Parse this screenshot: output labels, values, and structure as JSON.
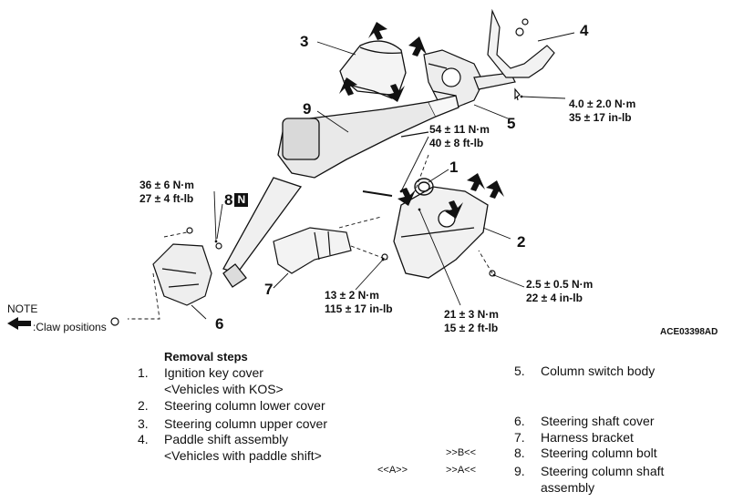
{
  "callouts": {
    "c1": "1",
    "c2": "2",
    "c3": "3",
    "c4": "4",
    "c5": "5",
    "c6": "6",
    "c7": "7",
    "c8": "8",
    "c8_badge": "N",
    "c9": "9"
  },
  "torques": {
    "t4": [
      "4.0 ± 2.0 N·m",
      "35 ± 17 in-lb"
    ],
    "t9": [
      "54 ± 11 N·m",
      "40 ± 8 ft-lb"
    ],
    "t8": [
      "36 ± 6 N·m",
      "27 ± 4 ft-lb"
    ],
    "t2": [
      "2.5 ± 0.5 N·m",
      "22 ± 4 in-lb"
    ],
    "t7": [
      "13 ± 2 N·m",
      "115 ± 17 in-lb"
    ],
    "t1": [
      "21 ± 3 N·m",
      "15 ± 2 ft-lb"
    ]
  },
  "note": {
    "title": "NOTE",
    "legend": ":Claw positions"
  },
  "figure_code": "ACE03398AD",
  "removal": {
    "title": "Removal steps",
    "left": [
      {
        "num": "1.",
        "lines": [
          "Ignition key cover",
          "<Vehicles with KOS>"
        ]
      },
      {
        "num": "2.",
        "lines": [
          "Steering column lower cover"
        ]
      },
      {
        "num": "3.",
        "lines": [
          "Steering column upper cover"
        ]
      },
      {
        "num": "4.",
        "lines": [
          "Paddle shift assembly",
          "<Vehicles with paddle shift>"
        ]
      }
    ],
    "right": [
      {
        "num": "5.",
        "lines": [
          "Column switch body"
        ]
      },
      {
        "num": "6.",
        "lines": [
          "Steering shaft cover"
        ]
      },
      {
        "num": "7.",
        "lines": [
          "Harness bracket"
        ]
      },
      {
        "num": "8.",
        "lines": [
          "Steering column bolt"
        ],
        "mark": ">>B<<"
      },
      {
        "num": "9.",
        "lines": [
          "Steering column shaft",
          "assembly"
        ],
        "mark": ">>A<<",
        "mark2": "<<A>>"
      }
    ]
  }
}
